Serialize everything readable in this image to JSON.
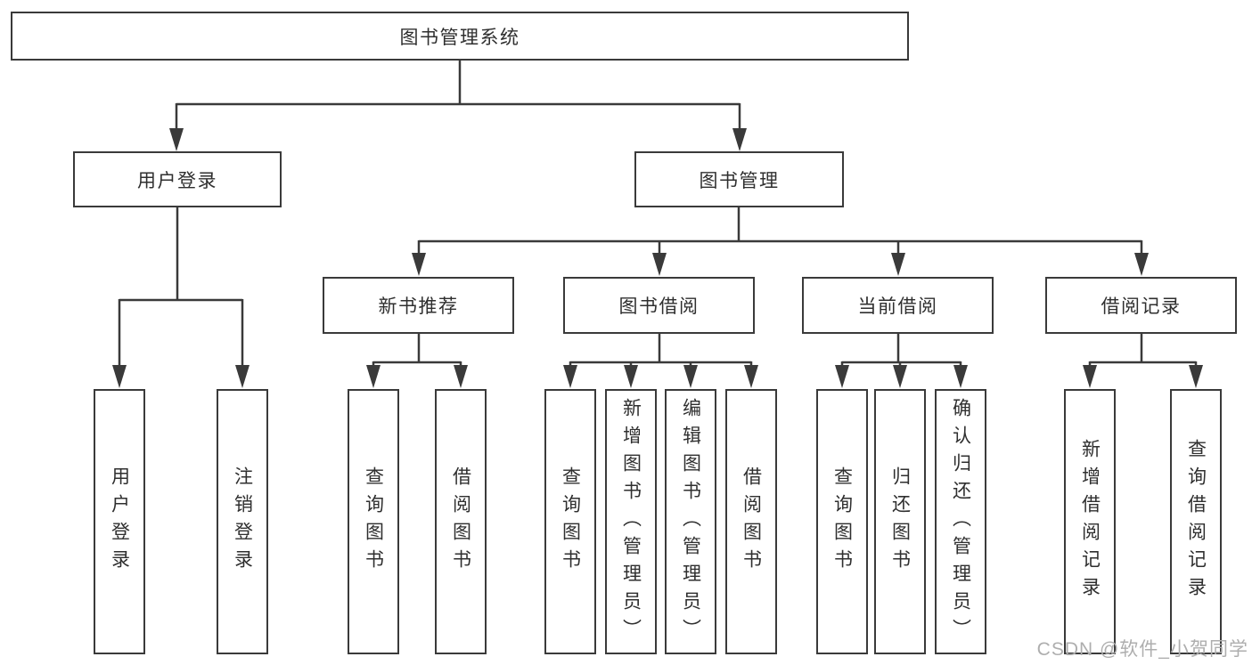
{
  "tree": {
    "root": "图书管理系统",
    "branches": [
      {
        "label": "用户登录",
        "leaves": [
          "用户登录",
          "注销登录"
        ]
      },
      {
        "label": "图书管理",
        "groups": [
          {
            "label": "新书推荐",
            "leaves": [
              "查询图书",
              "借阅图书"
            ]
          },
          {
            "label": "图书借阅",
            "leaves": [
              "查询图书",
              "新增图书（管理员）",
              "编辑图书（管理员）",
              "借阅图书"
            ]
          },
          {
            "label": "当前借阅",
            "leaves": [
              "查询图书",
              "归还图书",
              "确认归还（管理员）"
            ]
          },
          {
            "label": "借阅记录",
            "leaves": [
              "新增借阅记录",
              "查询借阅记录"
            ]
          }
        ]
      }
    ]
  },
  "watermark": {
    "text": "CSDN @软件_小贺同学"
  },
  "colors": {
    "line": "#3a3a3a",
    "text": "#2f2f2f",
    "background": "#ffffff",
    "watermark": "#aeaeae"
  }
}
